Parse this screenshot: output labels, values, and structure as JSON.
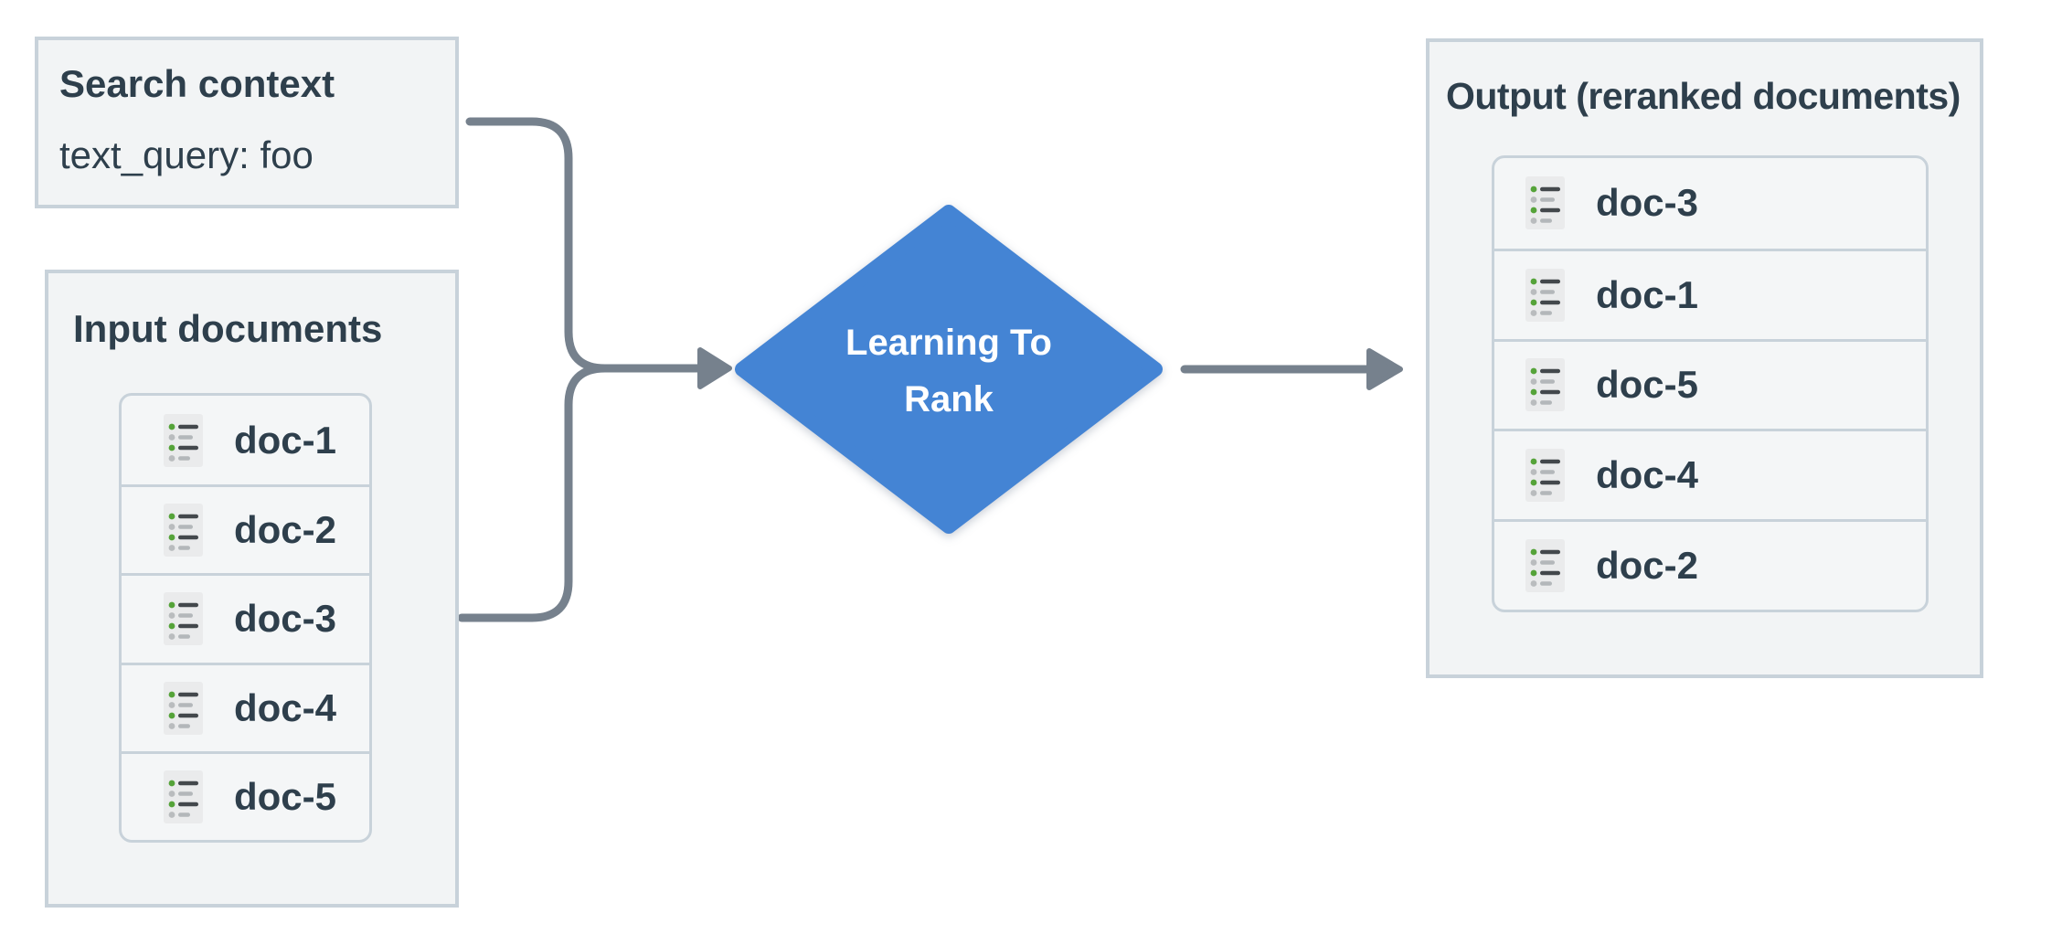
{
  "diagram": {
    "search_context": {
      "title": "Search context",
      "query_line": "text_query: foo"
    },
    "input_documents": {
      "title": "Input documents",
      "docs": [
        {
          "label": "doc-1"
        },
        {
          "label": "doc-2"
        },
        {
          "label": "doc-3"
        },
        {
          "label": "doc-4"
        },
        {
          "label": "doc-5"
        }
      ]
    },
    "ranker": {
      "line1": "Learning To",
      "line2": "Rank"
    },
    "output_documents": {
      "title": "Output (reranked documents)",
      "docs": [
        {
          "label": "doc-3"
        },
        {
          "label": "doc-1"
        },
        {
          "label": "doc-5"
        },
        {
          "label": "doc-4"
        },
        {
          "label": "doc-2"
        }
      ]
    }
  },
  "icons": {
    "doc_row_icon": "document-list-icon"
  },
  "colors": {
    "node_fill": "#f2f4f5",
    "node_border": "#c8d2da",
    "text": "#2e3f4c",
    "diamond_fill": "#4484d4",
    "diamond_text": "#ffffff",
    "arrow": "#76818d",
    "icon_bg": "#eaebec",
    "icon_green": "#55a339",
    "icon_dark_line": "#43484c",
    "icon_gray_line": "#b3b7ba"
  }
}
